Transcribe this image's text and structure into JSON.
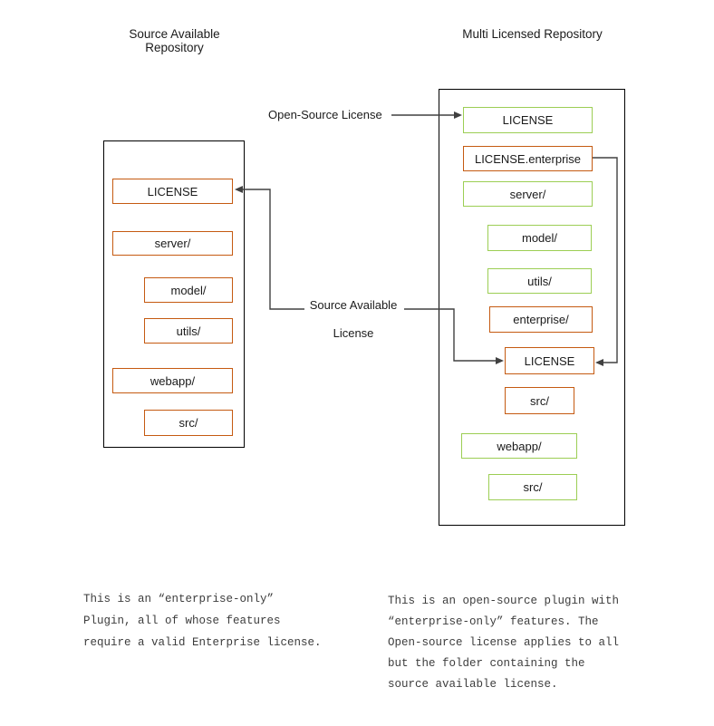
{
  "titles": {
    "left": "Source Available Repository",
    "right": "Multi Licensed Repository"
  },
  "flow_labels": {
    "open_source": "Open-Source License",
    "source_available_line1": "Source Available",
    "source_available_line2": "License"
  },
  "left_repo": {
    "items": [
      {
        "label": "LICENSE",
        "variant": "orange",
        "level": 0
      },
      {
        "label": "server/",
        "variant": "orange",
        "level": 0
      },
      {
        "label": "model/",
        "variant": "orange",
        "level": 1
      },
      {
        "label": "utils/",
        "variant": "orange",
        "level": 1
      },
      {
        "label": "webapp/",
        "variant": "orange",
        "level": 0
      },
      {
        "label": "src/",
        "variant": "orange",
        "level": 1
      }
    ]
  },
  "right_repo": {
    "items": [
      {
        "label": "LICENSE",
        "variant": "green",
        "level": 0
      },
      {
        "label": "LICENSE.enterprise",
        "variant": "orange",
        "level": 0
      },
      {
        "label": "server/",
        "variant": "green",
        "level": 0
      },
      {
        "label": "model/",
        "variant": "green",
        "level": 1
      },
      {
        "label": "utils/",
        "variant": "green",
        "level": 1
      },
      {
        "label": "enterprise/",
        "variant": "orange",
        "level": 1
      },
      {
        "label": "LICENSE",
        "variant": "orange",
        "level": 2
      },
      {
        "label": "src/",
        "variant": "orange",
        "level": 2
      },
      {
        "label": "webapp/",
        "variant": "green",
        "level": 0
      },
      {
        "label": "src/",
        "variant": "green",
        "level": 1
      }
    ]
  },
  "notes": {
    "left": [
      "This is an “enterprise-only”",
      "Plugin, all of whose features",
      "require a valid Enterprise license."
    ],
    "right": [
      "This is an open-source plugin with",
      "“enterprise-only” features. The",
      "Open-source license applies to all",
      "but the folder containing the",
      "source available license."
    ]
  },
  "colors": {
    "orange": "#C55A11",
    "green": "#9CCE54",
    "line": "#404040"
  }
}
